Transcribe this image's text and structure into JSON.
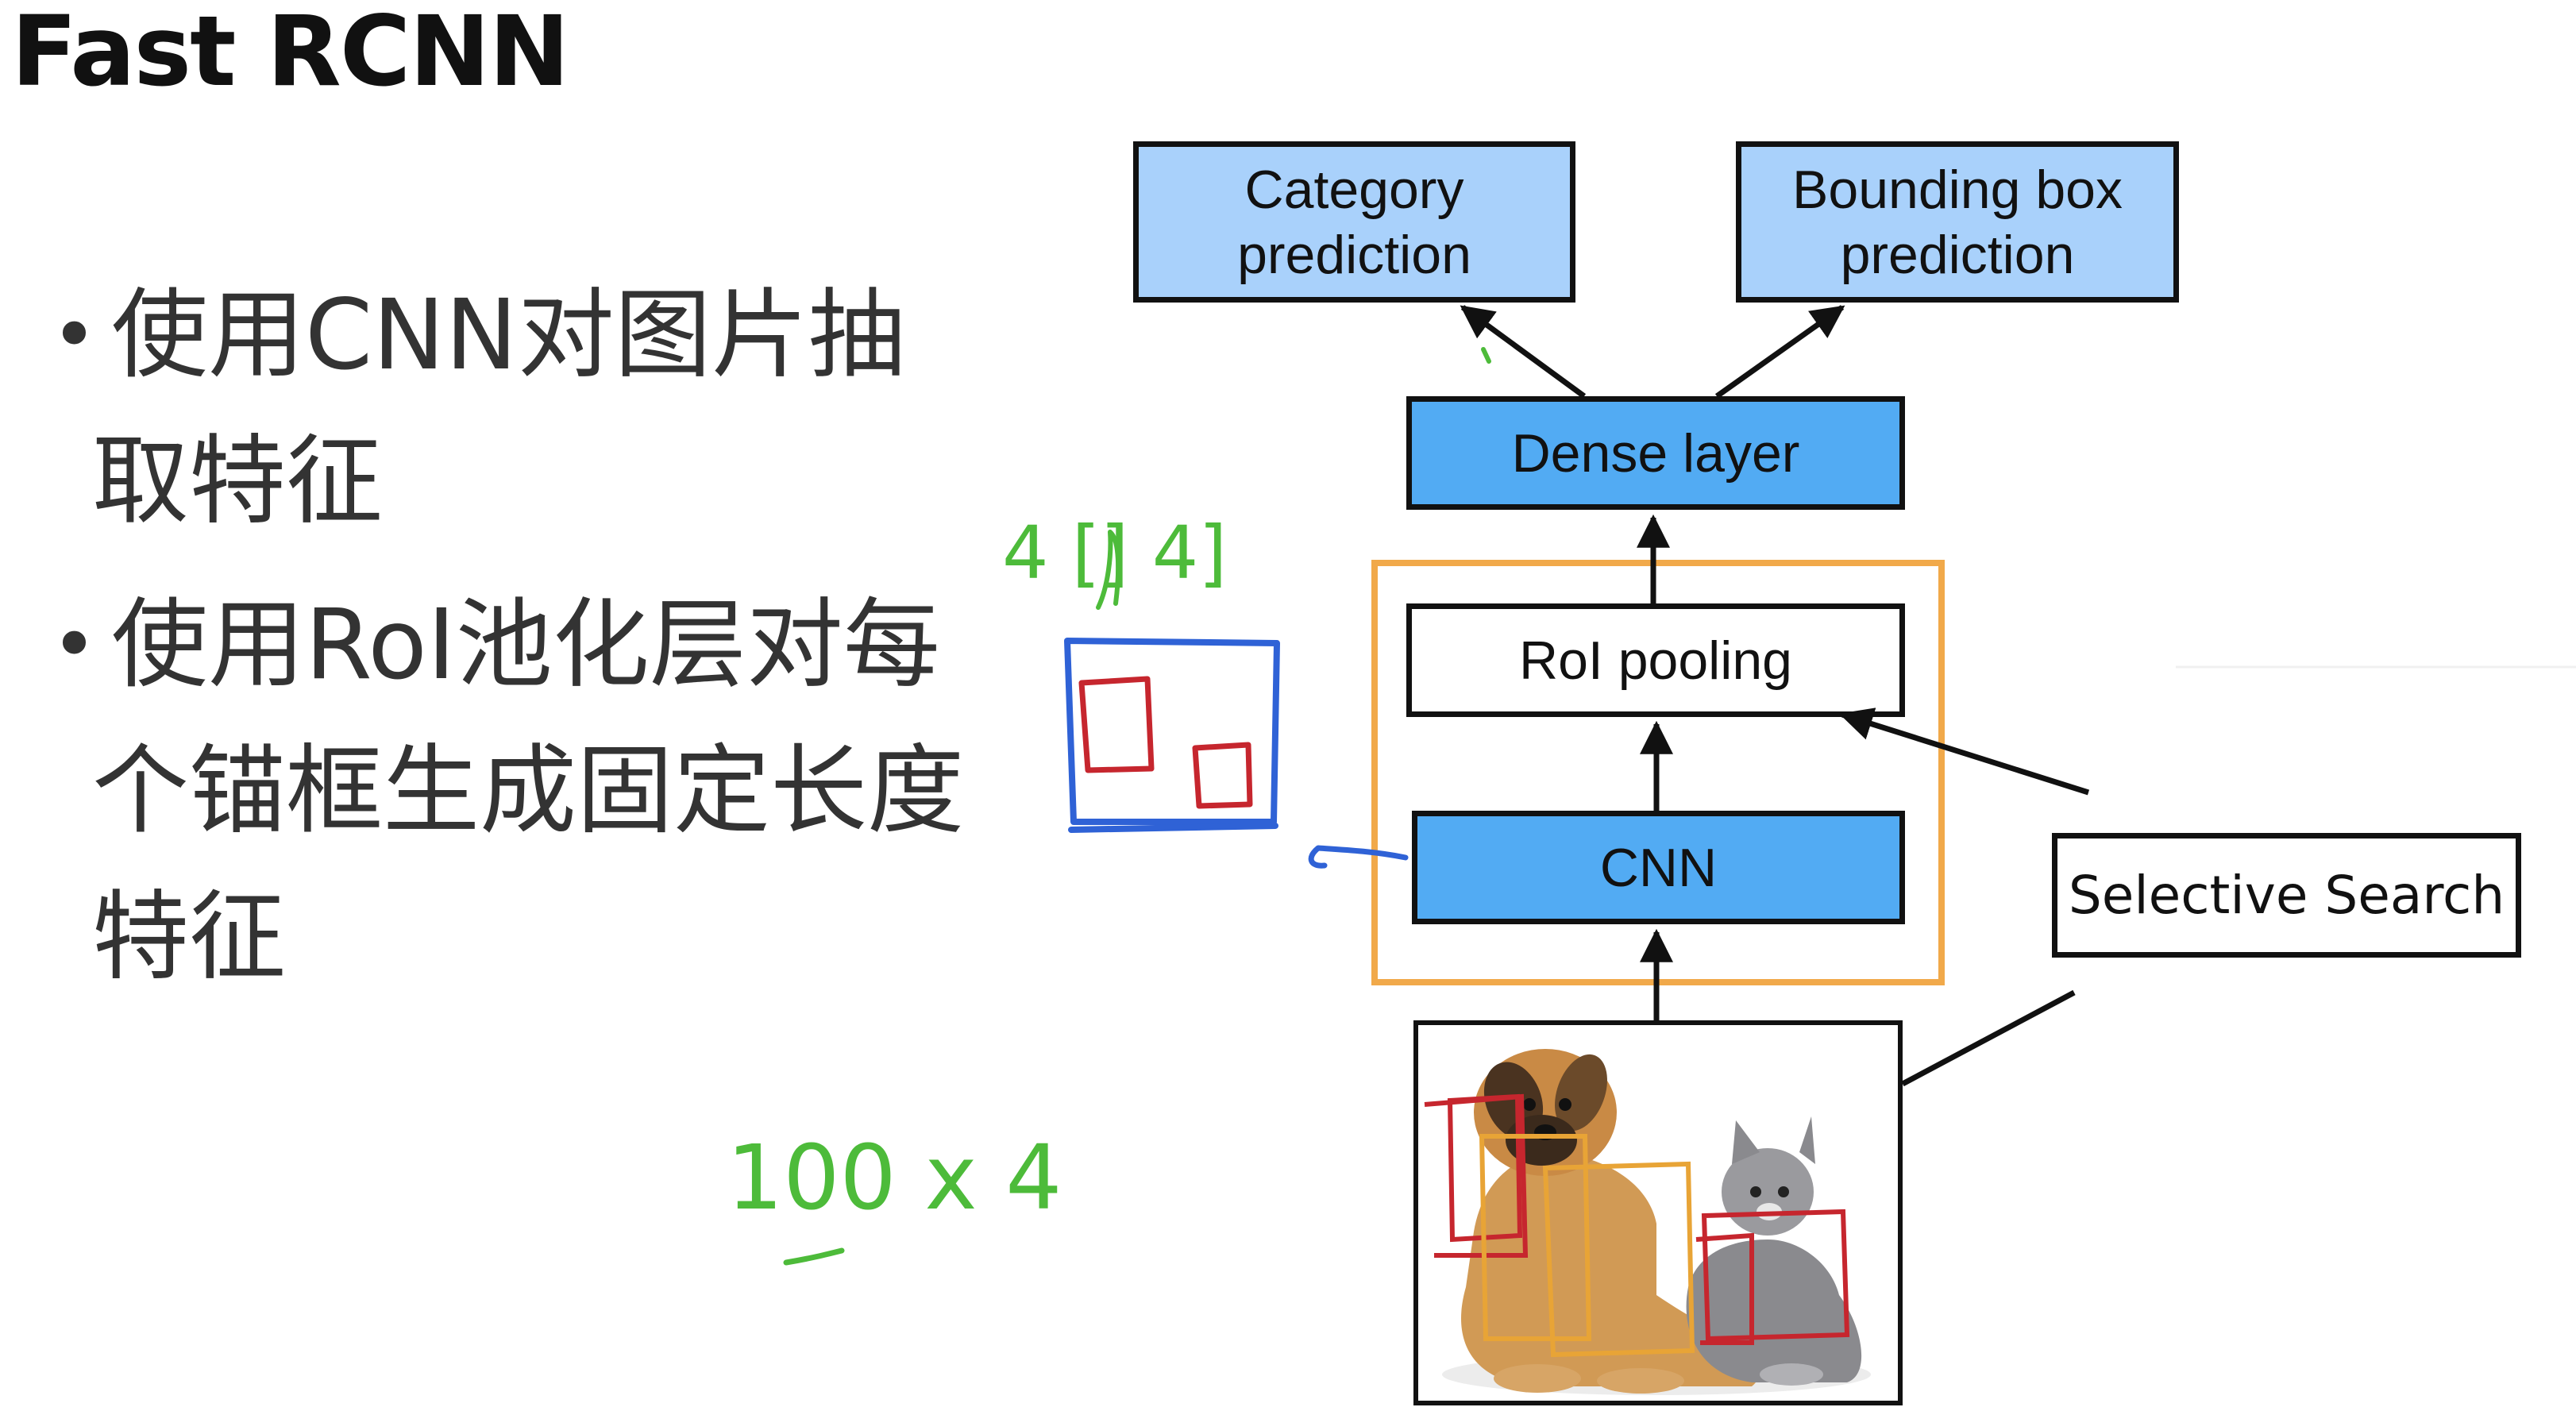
{
  "slide": {
    "title": "Fast RCNN",
    "bullets": [
      {
        "lines": [
          "使用CNN对图片抽",
          "取特征"
        ]
      },
      {
        "lines": [
          "使用RoI池化层对每",
          "个锚框生成固定长度",
          "特征"
        ]
      }
    ]
  },
  "diagram": {
    "category_prediction": {
      "line1": "Category",
      "line2": "prediction"
    },
    "bbox_prediction": {
      "line1": "Bounding box",
      "line2": "prediction"
    },
    "dense_layer": "Dense layer",
    "roi_pooling": "RoI pooling",
    "cnn": "CNN",
    "selective_search": "Selective Search",
    "colors": {
      "light_blue": "#a9d1fb",
      "blue": "#52abf3",
      "orange_frame": "#f1a94a",
      "annotation_green": "#4dbb3a",
      "annotation_blue": "#2f62d6",
      "annotation_red": "#c6262e"
    }
  },
  "annotations": {
    "shape_top": "4 [] 4]",
    "size_label": "100 x 4"
  }
}
